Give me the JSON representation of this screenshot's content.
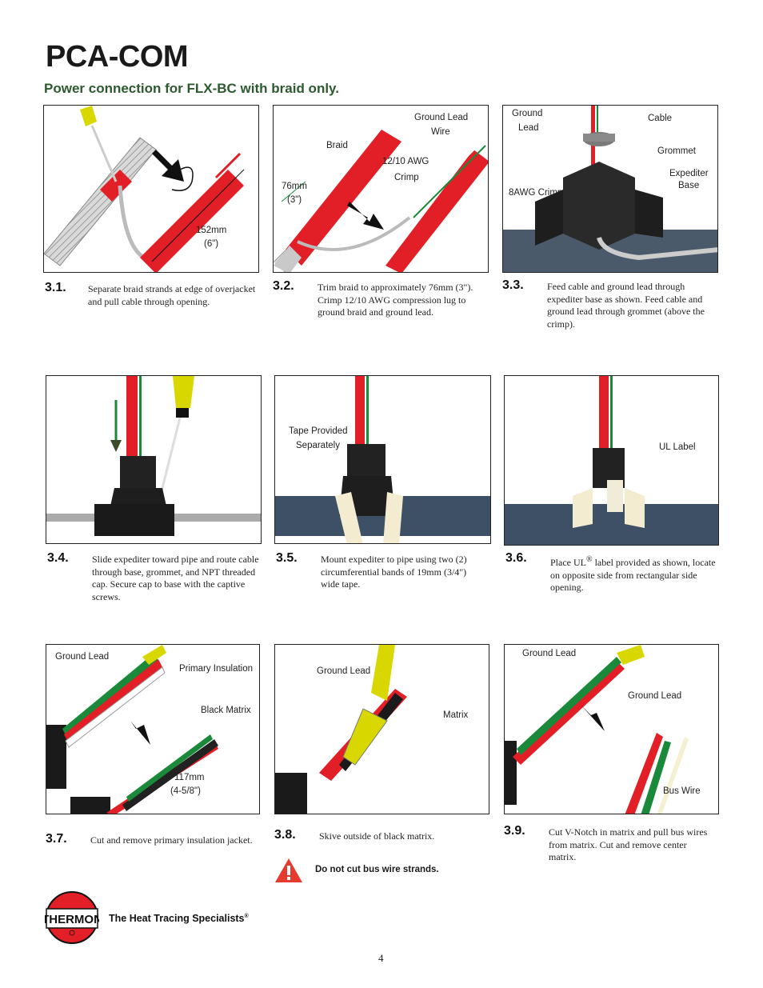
{
  "title": "PCA-COM",
  "subtitle": "Power connection for FLX-BC with braid only.",
  "steps": [
    {
      "num": "3.1.",
      "desc": "Separate braid strands at edge of overjacket and pull cable through opening.",
      "labels": {
        "dim_mm": "152mm",
        "dim_in": "(6\")"
      }
    },
    {
      "num": "3.2.",
      "desc": "Trim braid to approximately 76mm (3\"). Crimp 12/10 AWG compression lug to ground braid and ground lead.",
      "labels": {
        "ground_lead": "Ground Lead",
        "wire": "Wire",
        "braid": "Braid",
        "awg": "12/10 AWG",
        "crimp": "Crimp",
        "dim_mm": "76mm",
        "dim_in": "(3\")"
      }
    },
    {
      "num": "3.3.",
      "desc": "Feed cable and ground lead through expediter base as shown. Feed cable and ground lead through grommet (above the crimp).",
      "labels": {
        "ground": "Ground",
        "lead": "Lead",
        "cable": "Cable",
        "grommet": "Grommet",
        "expediter": "Expediter",
        "base": "Base",
        "crimp": "8AWG Crimp"
      }
    },
    {
      "num": "3.4.",
      "desc": "Slide expediter toward pipe and route cable through base, grommet, and NPT threaded cap. Secure cap to base with the captive screws.",
      "labels": {}
    },
    {
      "num": "3.5.",
      "desc": "Mount expediter to pipe using two (2) circumferential bands of 19mm (3/4\") wide tape.",
      "labels": {
        "tape": "Tape Provided",
        "sep": "Separately"
      }
    },
    {
      "num": "3.6.",
      "desc_pre": "Place UL",
      "desc_sup": "®",
      "desc_post": " label provided as shown, locate on opposite side from rectangular side opening.",
      "labels": {
        "ul": "UL Label"
      }
    },
    {
      "num": "3.7.",
      "desc": "Cut and remove primary insulation jacket.",
      "labels": {
        "ground_lead": "Ground Lead",
        "primary": "Primary Insulation",
        "matrix": "Black Matrix",
        "dim_mm": "117mm",
        "dim_in": "(4-5/8\")"
      }
    },
    {
      "num": "3.8.",
      "desc": "Skive outside of black matrix.",
      "labels": {
        "ground_lead": "Ground Lead",
        "matrix": "Matrix"
      }
    },
    {
      "num": "3.9.",
      "desc": "Cut V-Notch in matrix and pull bus wires from matrix. Cut and remove center matrix.",
      "labels": {
        "ground_lead1": "Ground Lead",
        "ground_lead2": "Ground Lead",
        "bus": "Bus Wire"
      }
    }
  ],
  "warning": "Do not cut bus wire strands.",
  "logo_text": "THERMON",
  "tagline": "The Heat Tracing Specialists",
  "tagline_mark": "®",
  "page_number": "4",
  "colors": {
    "accent_green": "#2c5a2e",
    "red": "#e21f26",
    "warning_red": "#e53a2e"
  }
}
